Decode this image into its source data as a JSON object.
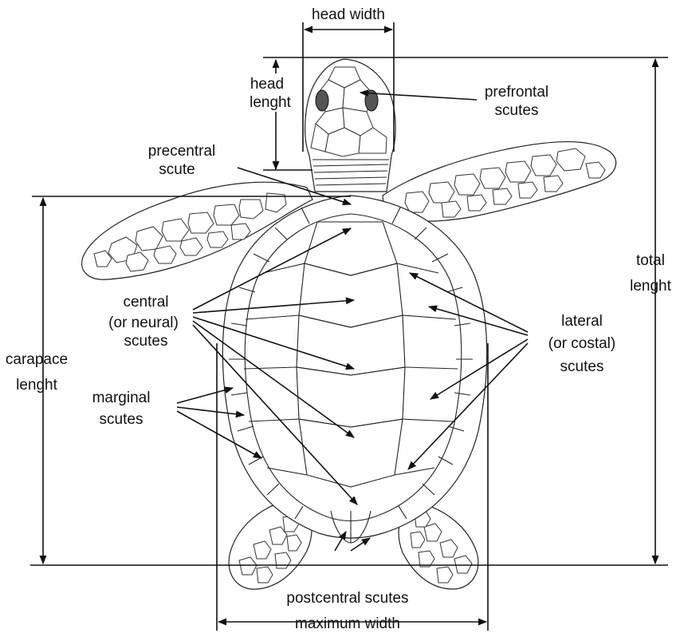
{
  "figure": {
    "subject": "sea turtle dorsal view with scute and measurement annotations"
  },
  "labels": {
    "head_width": "head width",
    "head_length": [
      "head",
      "lenght"
    ],
    "prefrontal_scutes": [
      "prefrontal",
      "scutes"
    ],
    "precentral_scute": [
      "precentral",
      "scute"
    ],
    "carapace_length": [
      "carapace",
      "lenght"
    ],
    "central_scutes": [
      "central",
      "(or neural)",
      "scutes"
    ],
    "marginal_scutes": [
      "marginal",
      "scutes"
    ],
    "total_length": [
      "total",
      "lenght"
    ],
    "lateral_scutes": [
      "lateral",
      "(or costal)",
      "scutes"
    ],
    "postcentral_scutes": "postcentral scutes",
    "maximum_width": "maximum width"
  },
  "colors": {
    "ink": "#111111",
    "background": "#ffffff"
  }
}
